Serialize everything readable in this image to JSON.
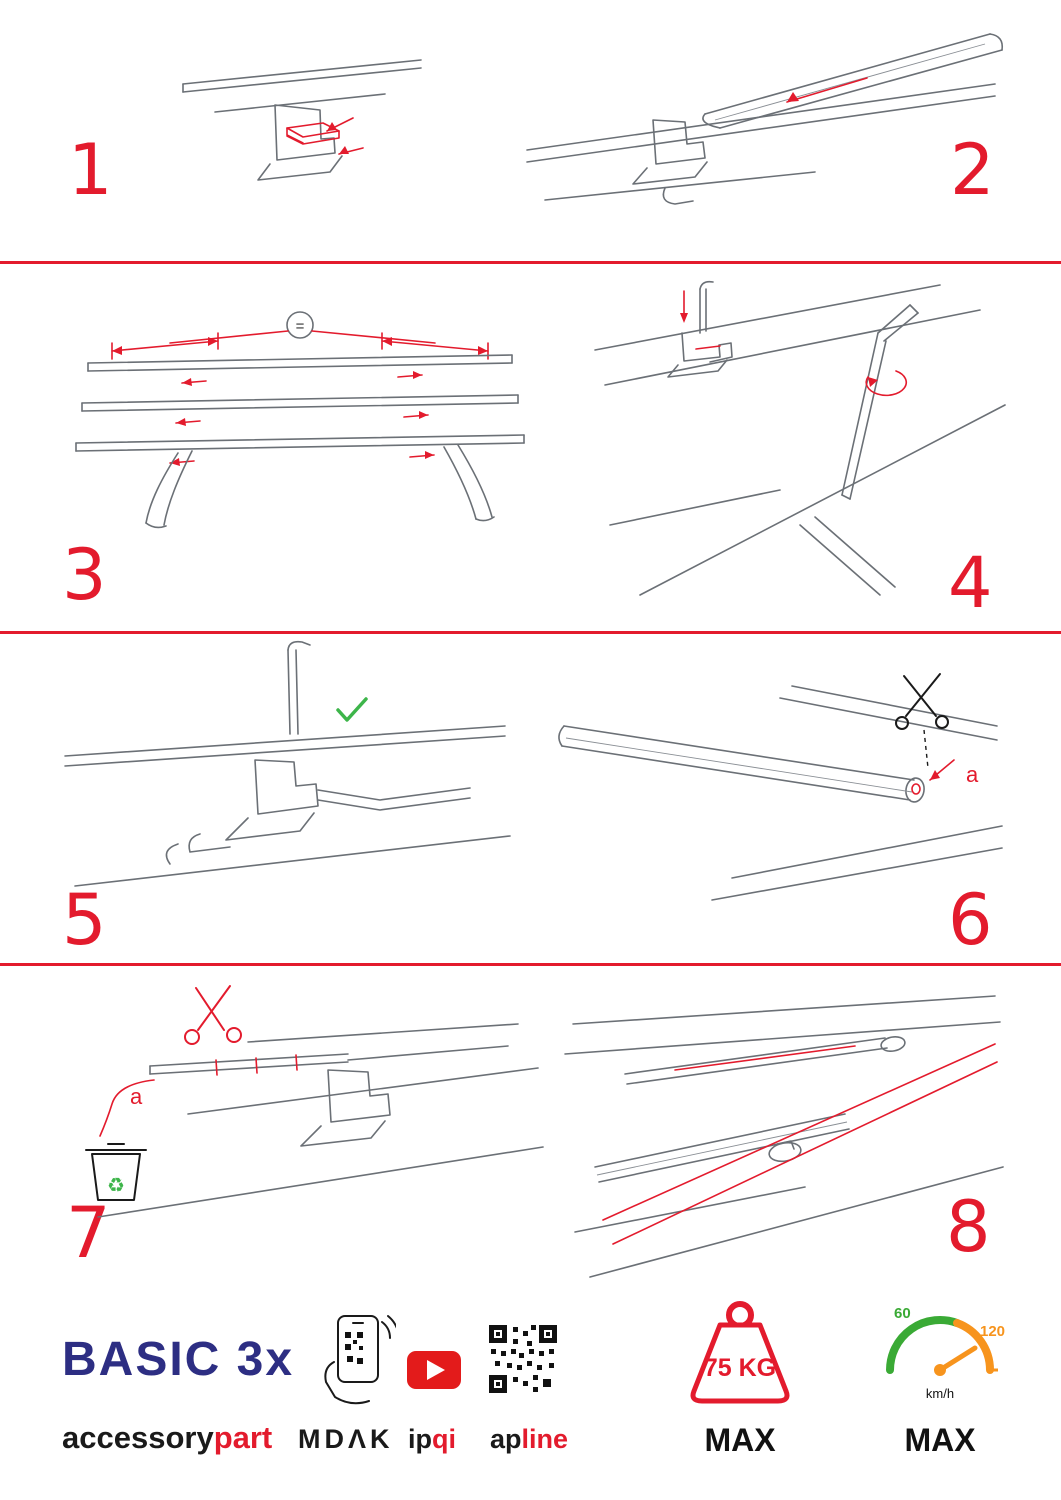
{
  "steps": [
    {
      "number": "1"
    },
    {
      "number": "2"
    },
    {
      "number": "3"
    },
    {
      "number": "4"
    },
    {
      "number": "5"
    },
    {
      "number": "6"
    },
    {
      "number": "7"
    },
    {
      "number": "8"
    }
  ],
  "step3": {
    "equal_sign": "="
  },
  "step6": {
    "a_label": "a"
  },
  "step7": {
    "a_label": "a",
    "recycle_glyph": "♻"
  },
  "footer": {
    "product_name": "BASIC 3x",
    "brand": {
      "black": "accessory",
      "red": "part"
    },
    "app_name": "MDΛK",
    "video_name": {
      "black": "ip",
      "red": "qi"
    },
    "qr_name": {
      "black": "ap",
      "red": "line"
    },
    "weight": {
      "value": "75 KG",
      "max": "MAX"
    },
    "speed": {
      "low": "60",
      "high": "120",
      "unit": "km/h",
      "max": "MAX"
    }
  },
  "colors": {
    "accent": "#e31b2d",
    "line": "#6b7076",
    "brand_blue": "#2d2e83",
    "green": "#3db54a",
    "orange": "#f7941d"
  }
}
